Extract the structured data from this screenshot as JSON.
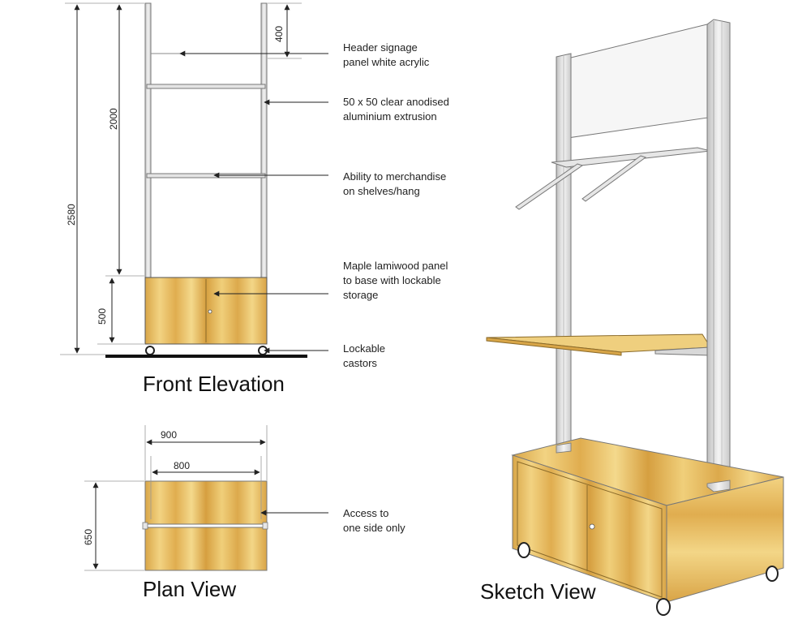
{
  "views": {
    "front_elevation": "Front Elevation",
    "plan_view": "Plan View",
    "sketch_view": "Sketch View"
  },
  "dimensions": {
    "total_height": "2580",
    "frame_height": "2000",
    "header_height": "400",
    "base_height": "500",
    "outer_width": "900",
    "inner_width": "800",
    "depth": "650"
  },
  "callouts": {
    "header": [
      "Header signage",
      "panel  white acrylic"
    ],
    "extrusion": [
      "50 x 50 clear anodised",
      "aluminium extrusion"
    ],
    "merchandise": [
      "Ability to merchandise",
      "on shelves/hang"
    ],
    "panel": [
      "Maple lamiwood panel",
      "to base with lockable",
      "storage"
    ],
    "castors": [
      "Lockable",
      "castors"
    ],
    "access": [
      "Access to",
      "one side only"
    ]
  },
  "colors": {
    "wood_light": "#f0cf7a",
    "wood_mid": "#e2b354",
    "wood_dark": "#cf9a3a",
    "aluminium": "#dcdcdc",
    "line": "#333333",
    "acrylic": "#f4f4f4"
  }
}
